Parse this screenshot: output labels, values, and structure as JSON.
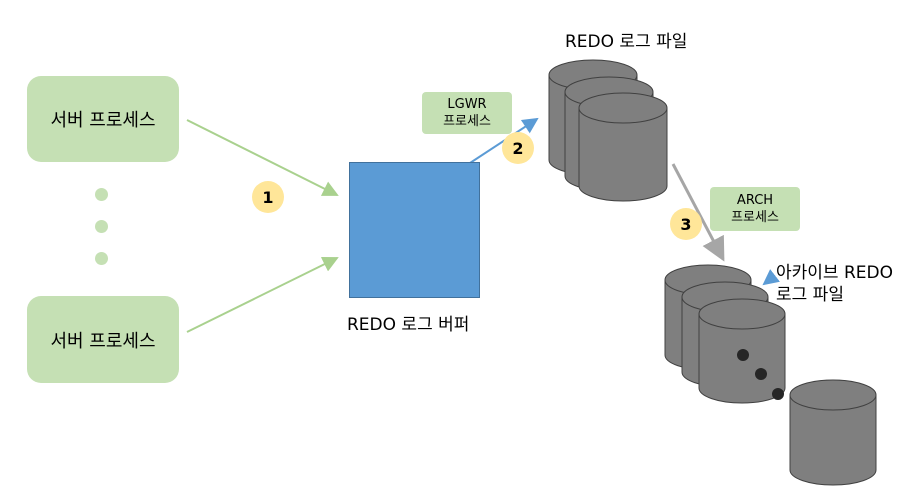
{
  "server_process_top": "서버 프로세스",
  "server_process_bottom": "서버 프로세스",
  "redo_log_buffer": "REDO 로그 버퍼",
  "redo_log_files": "REDO 로그 파일",
  "lgwr": {
    "line1": "LGWR",
    "line2": "프로세스"
  },
  "arch": {
    "line1": "ARCH",
    "line2": "프로세스"
  },
  "archive_log_files": {
    "line1": "아카이브 REDO",
    "line2": "로그 파일"
  },
  "steps": [
    "1",
    "2",
    "3"
  ],
  "colors": {
    "process_box": "#c5e0b4",
    "buffer": "#5b9bd5",
    "badge": "#ffe699",
    "cylinder": "#7f7f7f",
    "green_arrow": "#a9d18e",
    "blue_arrow": "#5b9bd5",
    "gray_arrow": "#a6a6a6"
  }
}
